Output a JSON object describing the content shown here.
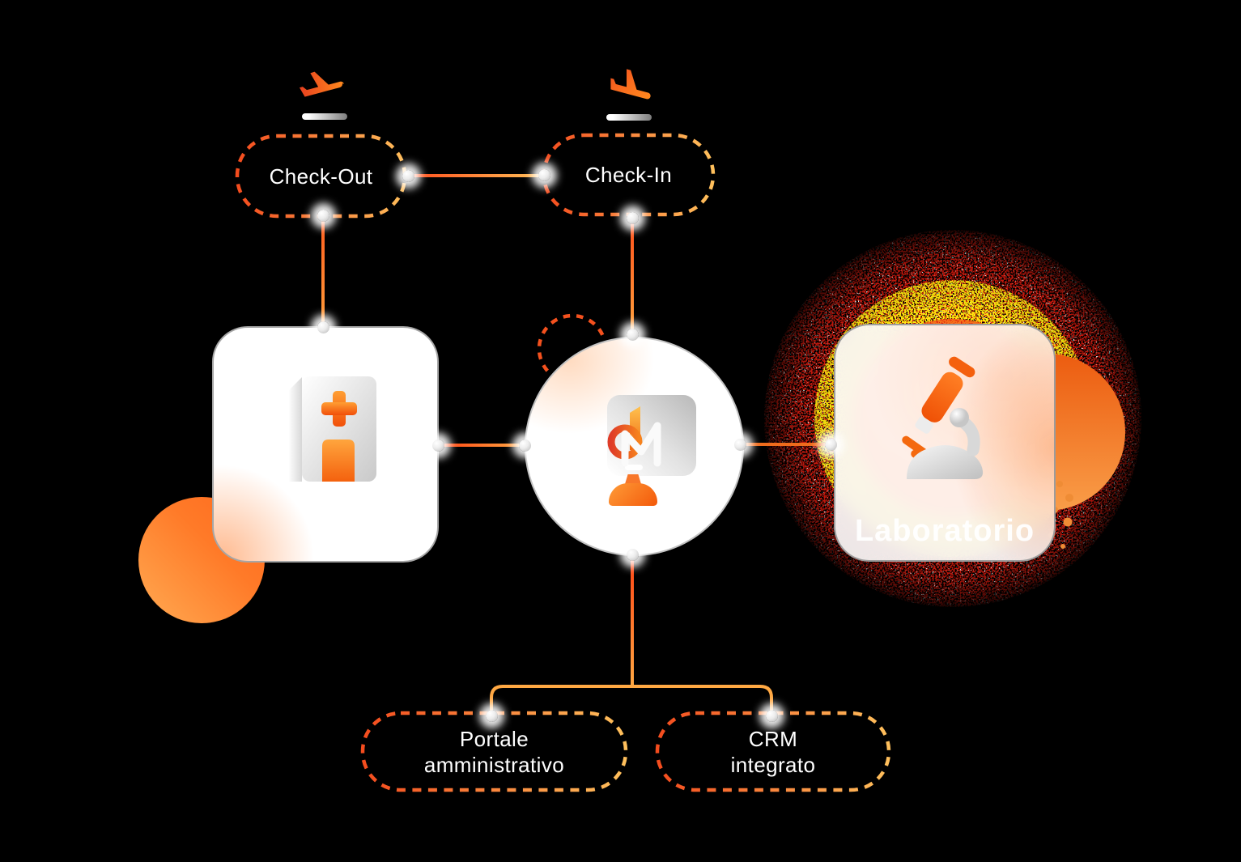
{
  "diagram": {
    "checkout": {
      "label": "Check-Out",
      "icon": "plane-takeoff-icon"
    },
    "checkin": {
      "label": "Check-In",
      "icon": "plane-landing-icon"
    },
    "portale_pill": {
      "line1": "Portale",
      "line2": "amministrativo"
    },
    "crm_pill": {
      "line1": "CRM",
      "line2": "integrato"
    },
    "hospital_card": {
      "icon": "hospital-building-icon"
    },
    "hub": {
      "icon": "computer-monitor-icon",
      "logo_monogram": "dM"
    },
    "laboratory_card": {
      "label": "Laboratorio",
      "icon": "microscope-icon",
      "background": "virus-noise-illustration"
    },
    "colors": {
      "accent_orange": "#f4511e",
      "accent_amber": "#ffb74d",
      "noise_red": "#e11b0e",
      "noise_yellow": "#ffe90e",
      "core_orange": "#f26310",
      "text_white": "#ffffff",
      "background": "#000000"
    }
  }
}
